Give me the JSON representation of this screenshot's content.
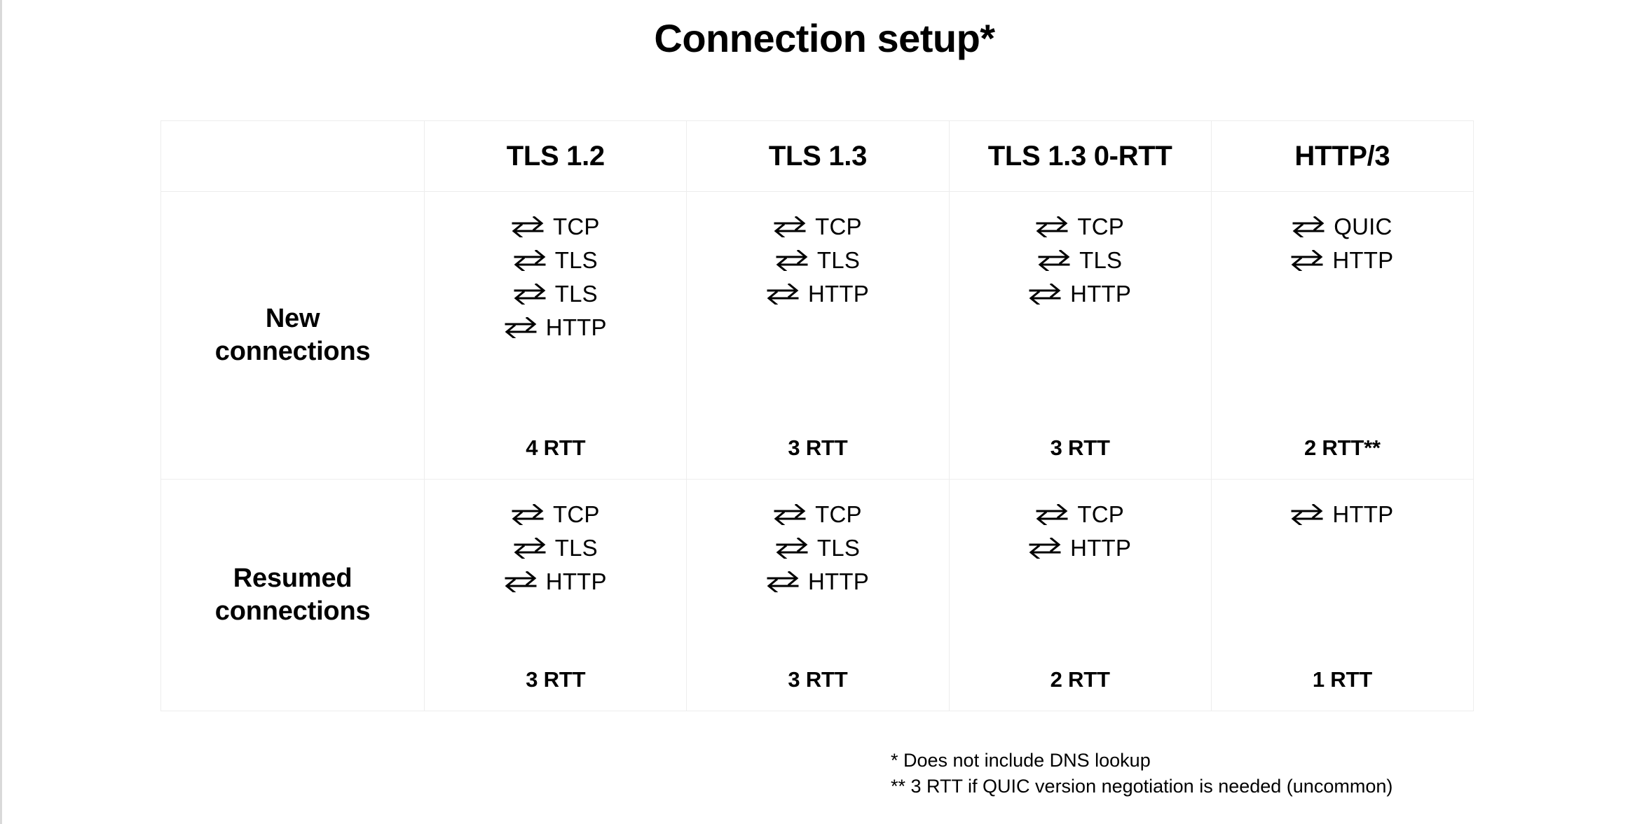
{
  "title": "Connection setup*",
  "table": {
    "corner_label": "",
    "column_headers": [
      "TLS 1.2",
      "TLS 1.3",
      "TLS 1.3 0-RTT",
      "HTTP/3"
    ],
    "rows": [
      {
        "label": "New\nconnections",
        "label_lines": [
          "New",
          "connections"
        ],
        "cells": [
          {
            "steps": [
              "TCP",
              "TLS",
              "TLS",
              "HTTP"
            ],
            "total": "4 RTT"
          },
          {
            "steps": [
              "TCP",
              "TLS",
              "HTTP"
            ],
            "total": "3 RTT"
          },
          {
            "steps": [
              "TCP",
              "TLS",
              "HTTP"
            ],
            "total": "3 RTT"
          },
          {
            "steps": [
              "QUIC",
              "HTTP"
            ],
            "total": "2 RTT**"
          }
        ]
      },
      {
        "label": "Resumed\nconnections",
        "label_lines": [
          "Resumed",
          "connections"
        ],
        "cells": [
          {
            "steps": [
              "TCP",
              "TLS",
              "HTTP"
            ],
            "total": "3 RTT"
          },
          {
            "steps": [
              "TCP",
              "TLS",
              "HTTP"
            ],
            "total": "3 RTT"
          },
          {
            "steps": [
              "TCP",
              "HTTP"
            ],
            "total": "2 RTT"
          },
          {
            "steps": [
              "HTTP"
            ],
            "total": "1 RTT"
          }
        ]
      }
    ]
  },
  "footnotes": [
    "* Does not include DNS lookup",
    "** 3 RTT if QUIC version negotiation is needed (uncommon)"
  ],
  "icons": {
    "roundtrip": "bidirectional-arrow-icon"
  },
  "colors": {
    "text": "#000000",
    "background": "#ffffff",
    "table_border": "#ededed",
    "slide_edge": "#d9d9d9"
  }
}
